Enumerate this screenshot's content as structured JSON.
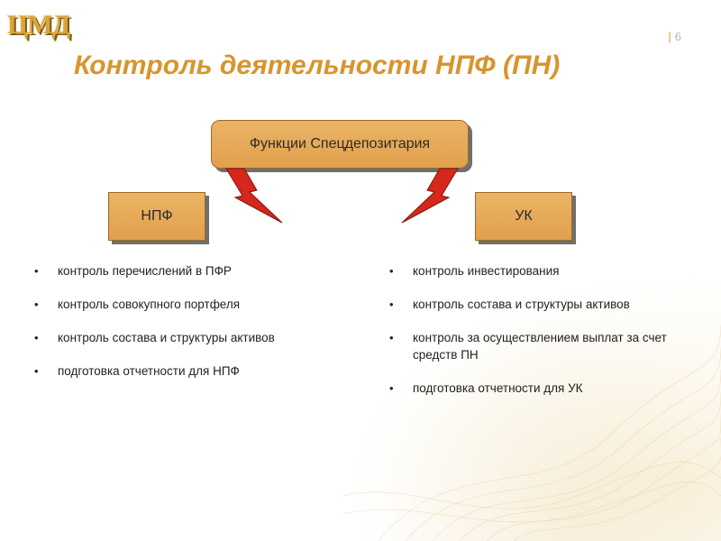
{
  "logo": {
    "text": "ЦМД"
  },
  "page": {
    "separator": "|",
    "number": "6"
  },
  "title": "Контроль деятельности НПФ (ПН)",
  "diagram": {
    "top_box": "Функции Спецдепозитария",
    "left_box": "НПФ",
    "right_box": "УК"
  },
  "left_list": [
    "контроль перечислений в ПФР",
    "контроль совокупного портфеля",
    "контроль состава и структуры активов",
    "подготовка отчетности для НПФ"
  ],
  "right_list": [
    "контроль инвестирования",
    "контроль состава и структуры активов",
    "контроль  за осуществлением выплат за счет средств ПН",
    "подготовка отчетности для УК"
  ],
  "bullet": "•",
  "colors": {
    "title": "#d9942d",
    "box_fill": "#e8ac5a",
    "arrow": "#d7261b",
    "logo": "#d9a43a"
  }
}
